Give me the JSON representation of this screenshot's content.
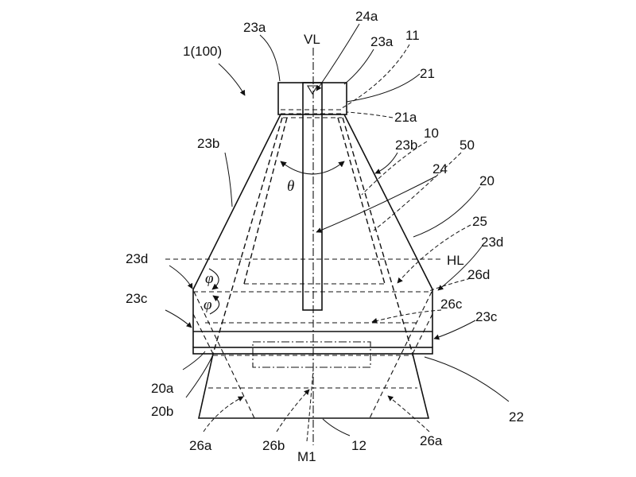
{
  "labels": {
    "l_1_100": "1(100)",
    "l_23a_left": "23a",
    "l_24a": "24a",
    "l_VL": "VL",
    "l_23a_right": "23a",
    "l_11": "11",
    "l_21": "21",
    "l_21a": "21a",
    "l_23b_left": "23b",
    "l_23b_right": "23b",
    "l_10": "10",
    "l_50": "50",
    "l_24": "24",
    "l_20": "20",
    "l_theta": "θ",
    "l_25": "25",
    "l_23d_right": "23d",
    "l_23d_left": "23d",
    "l_HL": "HL",
    "l_26d": "26d",
    "l_phi_top": "φ",
    "l_phi_bot": "φ",
    "l_23c_left": "23c",
    "l_26c": "26c",
    "l_23c_right": "23c",
    "l_20a": "20a",
    "l_20b": "20b",
    "l_22": "22",
    "l_26a_left": "26a",
    "l_26b": "26b",
    "l_M1": "M1",
    "l_12": "12",
    "l_26a_right": "26a"
  }
}
